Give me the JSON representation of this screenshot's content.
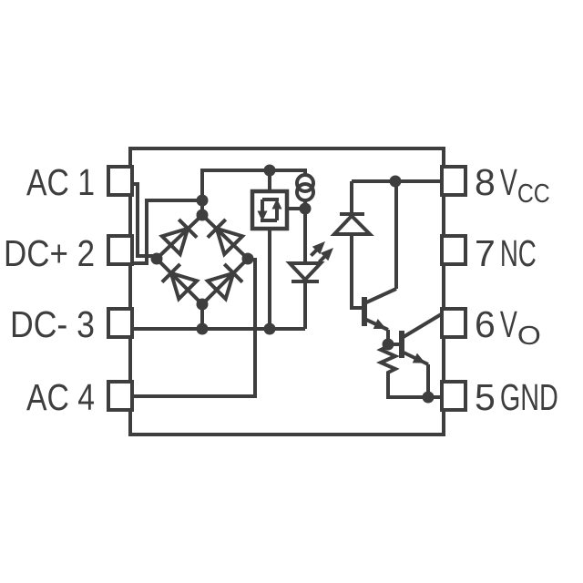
{
  "colors": {
    "line": "#3E3E3E",
    "background": "#FFFFFF"
  },
  "pins": {
    "left": [
      {
        "number": "1",
        "label": "AC 1"
      },
      {
        "number": "2",
        "label": "DC+ 2"
      },
      {
        "number": "3",
        "label": "DC- 3"
      },
      {
        "number": "4",
        "label": "AC 4"
      }
    ],
    "right": [
      {
        "number": "8",
        "base": "V",
        "sub": "CC"
      },
      {
        "number": "7",
        "base": "NC",
        "sub": ""
      },
      {
        "number": "6",
        "base": "V",
        "sub": "O"
      },
      {
        "number": "5",
        "base": "GND",
        "sub": ""
      }
    ]
  },
  "icons": {
    "bridge-rectifier-icon": "diamond of four diodes",
    "current-regulator-icon": "box with circulating down and up arrows",
    "current-source-icon": "two overlapping circles",
    "led-icon": "downward-pointing diode",
    "light-arrows-icon": "two arrows pointing up-right",
    "photodiode-icon": "upward-pointing diode",
    "npn-transistor-icon": "base bar with collector line and arrowed emitter",
    "resistor-icon": "vertical zigzag"
  }
}
